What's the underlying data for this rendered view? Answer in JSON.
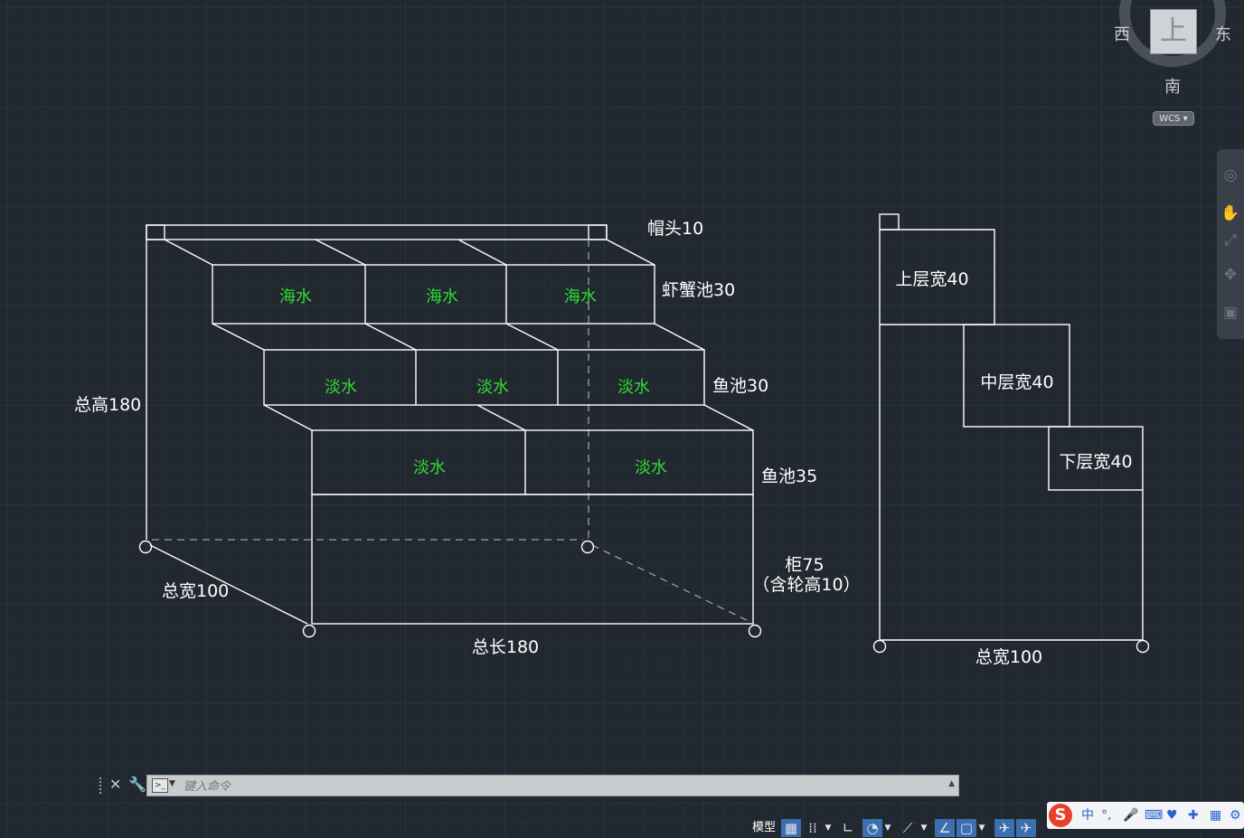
{
  "viewcube": {
    "west": "西",
    "east": "东",
    "south": "南",
    "top_face": "上",
    "wcs_label": "WCS"
  },
  "drawing": {
    "labels": {
      "cap": "帽头10",
      "shrimp_crab_tank": "虾蟹池30",
      "fish_tank_mid": "鱼池30",
      "fish_tank_low": "鱼池35",
      "cabinet": "柜75",
      "cabinet_note": "（含轮高10）",
      "total_height": "总高180",
      "total_width_left": "总宽100",
      "total_length": "总长180",
      "upper_width": "上层宽40",
      "middle_width": "中层宽40",
      "lower_width": "下层宽40",
      "total_width_right": "总宽100"
    },
    "tanks": {
      "top": [
        "海水",
        "海水",
        "海水"
      ],
      "middle": [
        "淡水",
        "淡水",
        "淡水"
      ],
      "bottom": [
        "淡水",
        "淡水"
      ]
    }
  },
  "command_line": {
    "placeholder": "键入命令"
  },
  "status_bar": {
    "model_tab": "模型"
  },
  "ime": {
    "mode": "中"
  }
}
